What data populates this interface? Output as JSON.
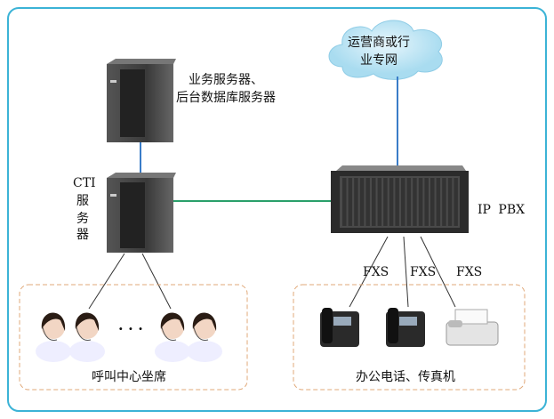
{
  "cloud": {
    "line1": "运营商或行",
    "line2": "业专网"
  },
  "servers": {
    "business_line1": "业务服务器、",
    "business_line2": "后台数据库服务器",
    "cti_line1": "CTI",
    "cti_line2": "服",
    "cti_line3": "务",
    "cti_line4": "器"
  },
  "pbx": {
    "label": "IP PBX"
  },
  "links": {
    "fxs1": "FXS",
    "fxs2": "FXS",
    "fxs3": "FXS"
  },
  "agents": {
    "label": "呼叫中心坐席",
    "ellipsis": "· · ·"
  },
  "office": {
    "label": "办公电话、传真机"
  },
  "colors": {
    "border": "#3bb3d6",
    "network_line": "#3a7cc8",
    "cti_link": "#2aa06a",
    "group_border": "#e0a878"
  }
}
